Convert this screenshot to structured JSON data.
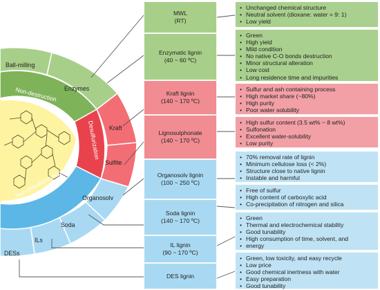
{
  "wheel": {
    "outer": {
      "ball_milling": "Ball-milling",
      "enzymes": "Enzymes",
      "kraft": "Kraft",
      "sulfite": "Sulfite",
      "organosolv": "Organosolv",
      "soda": "Soda",
      "ils": "ILs",
      "dess": "DESs"
    },
    "inner": {
      "non_destruction": "Non-destruction",
      "desulfurization": "Desulfurization",
      "non_desulfurization": "Non-desulfurization"
    }
  },
  "methods": [
    {
      "name": "MWL",
      "cond": "(RT)",
      "group": "green",
      "props": [
        "Unchanged chemical structure",
        "Neutral solvent (dioxane: water = 9: 1)",
        "Low yield"
      ]
    },
    {
      "name": "Enzymatic lignin",
      "cond": "(40 ~ 60 ºC)",
      "group": "green",
      "props": [
        "Green",
        "High yield",
        "Mild condition",
        "No native C-O bonds destruction",
        "Minor structural alteration",
        "Low cost",
        "Long residence time and impurities"
      ]
    },
    {
      "name": "Kraft lignin",
      "cond": "(140 ~ 170 ºC)",
      "group": "red",
      "props": [
        "Sulfur and ash containing process",
        "High market share (~80%)",
        "High purity",
        "Poor water solubility"
      ]
    },
    {
      "name": "Lignosulphonate",
      "cond": "(140 ~ 170 ºC)",
      "group": "red",
      "props": [
        "High sulfur content (3.5 wt% ~ 8 wt%)",
        "Sulfonation",
        "Excellent water-solubility",
        "Low purity"
      ]
    },
    {
      "name": "Organosolv lignin",
      "cond": "(100 ~ 250 ºC)",
      "group": "blue",
      "props": [
        "70% removal rate of lignin",
        "Minimum cellulose loss (< 2%)",
        "Structure close to native lignin",
        "Instable and harmful"
      ]
    },
    {
      "name": "Soda lignin",
      "cond": "(140 ~ 170 ºC)",
      "group": "blue",
      "props": [
        "Free of sulfur",
        "High content of carboxylic acid",
        "Co-precipitation of nitrogen and silica"
      ]
    },
    {
      "name": "IL lignin",
      "cond": "(90 ~ 170 ºC)",
      "group": "blue",
      "props": [
        "Green",
        "Thermal and electrochemical stability",
        "Good tunability",
        "High consumption of time, solvent, and",
        "energy"
      ]
    },
    {
      "name": "DES lignin",
      "cond": "",
      "group": "blue",
      "props": [
        "Green, low toxicity, and easy recycle",
        "Low price",
        "Good chemical inertness with water",
        "Easy preparation",
        "Good tunability"
      ]
    }
  ],
  "colors": {
    "green": "#a9d08e",
    "red": "#f2a0a6",
    "blue": "#bfe3f5"
  }
}
